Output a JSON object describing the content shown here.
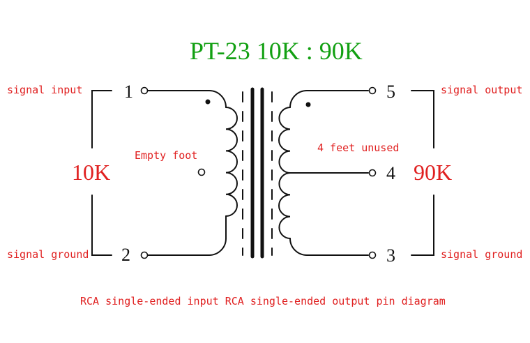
{
  "title": "PT-23  10K : 90K",
  "primary": {
    "impedance": "10K",
    "top_label": "signal input",
    "bottom_label": "signal ground",
    "pin_top": "1",
    "pin_bottom": "2",
    "note": "Empty foot"
  },
  "secondary": {
    "impedance": "90K",
    "top_label": "signal output",
    "bottom_label": "signal ground",
    "pin_top": "5",
    "pin_mid": "4",
    "pin_bottom": "3",
    "note": "4 feet unused"
  },
  "caption": "RCA single-ended input RCA single-ended output pin diagram",
  "colors": {
    "title": "#12a012",
    "labels": "#e02020",
    "lines": "#111111",
    "background": "#ffffff"
  }
}
